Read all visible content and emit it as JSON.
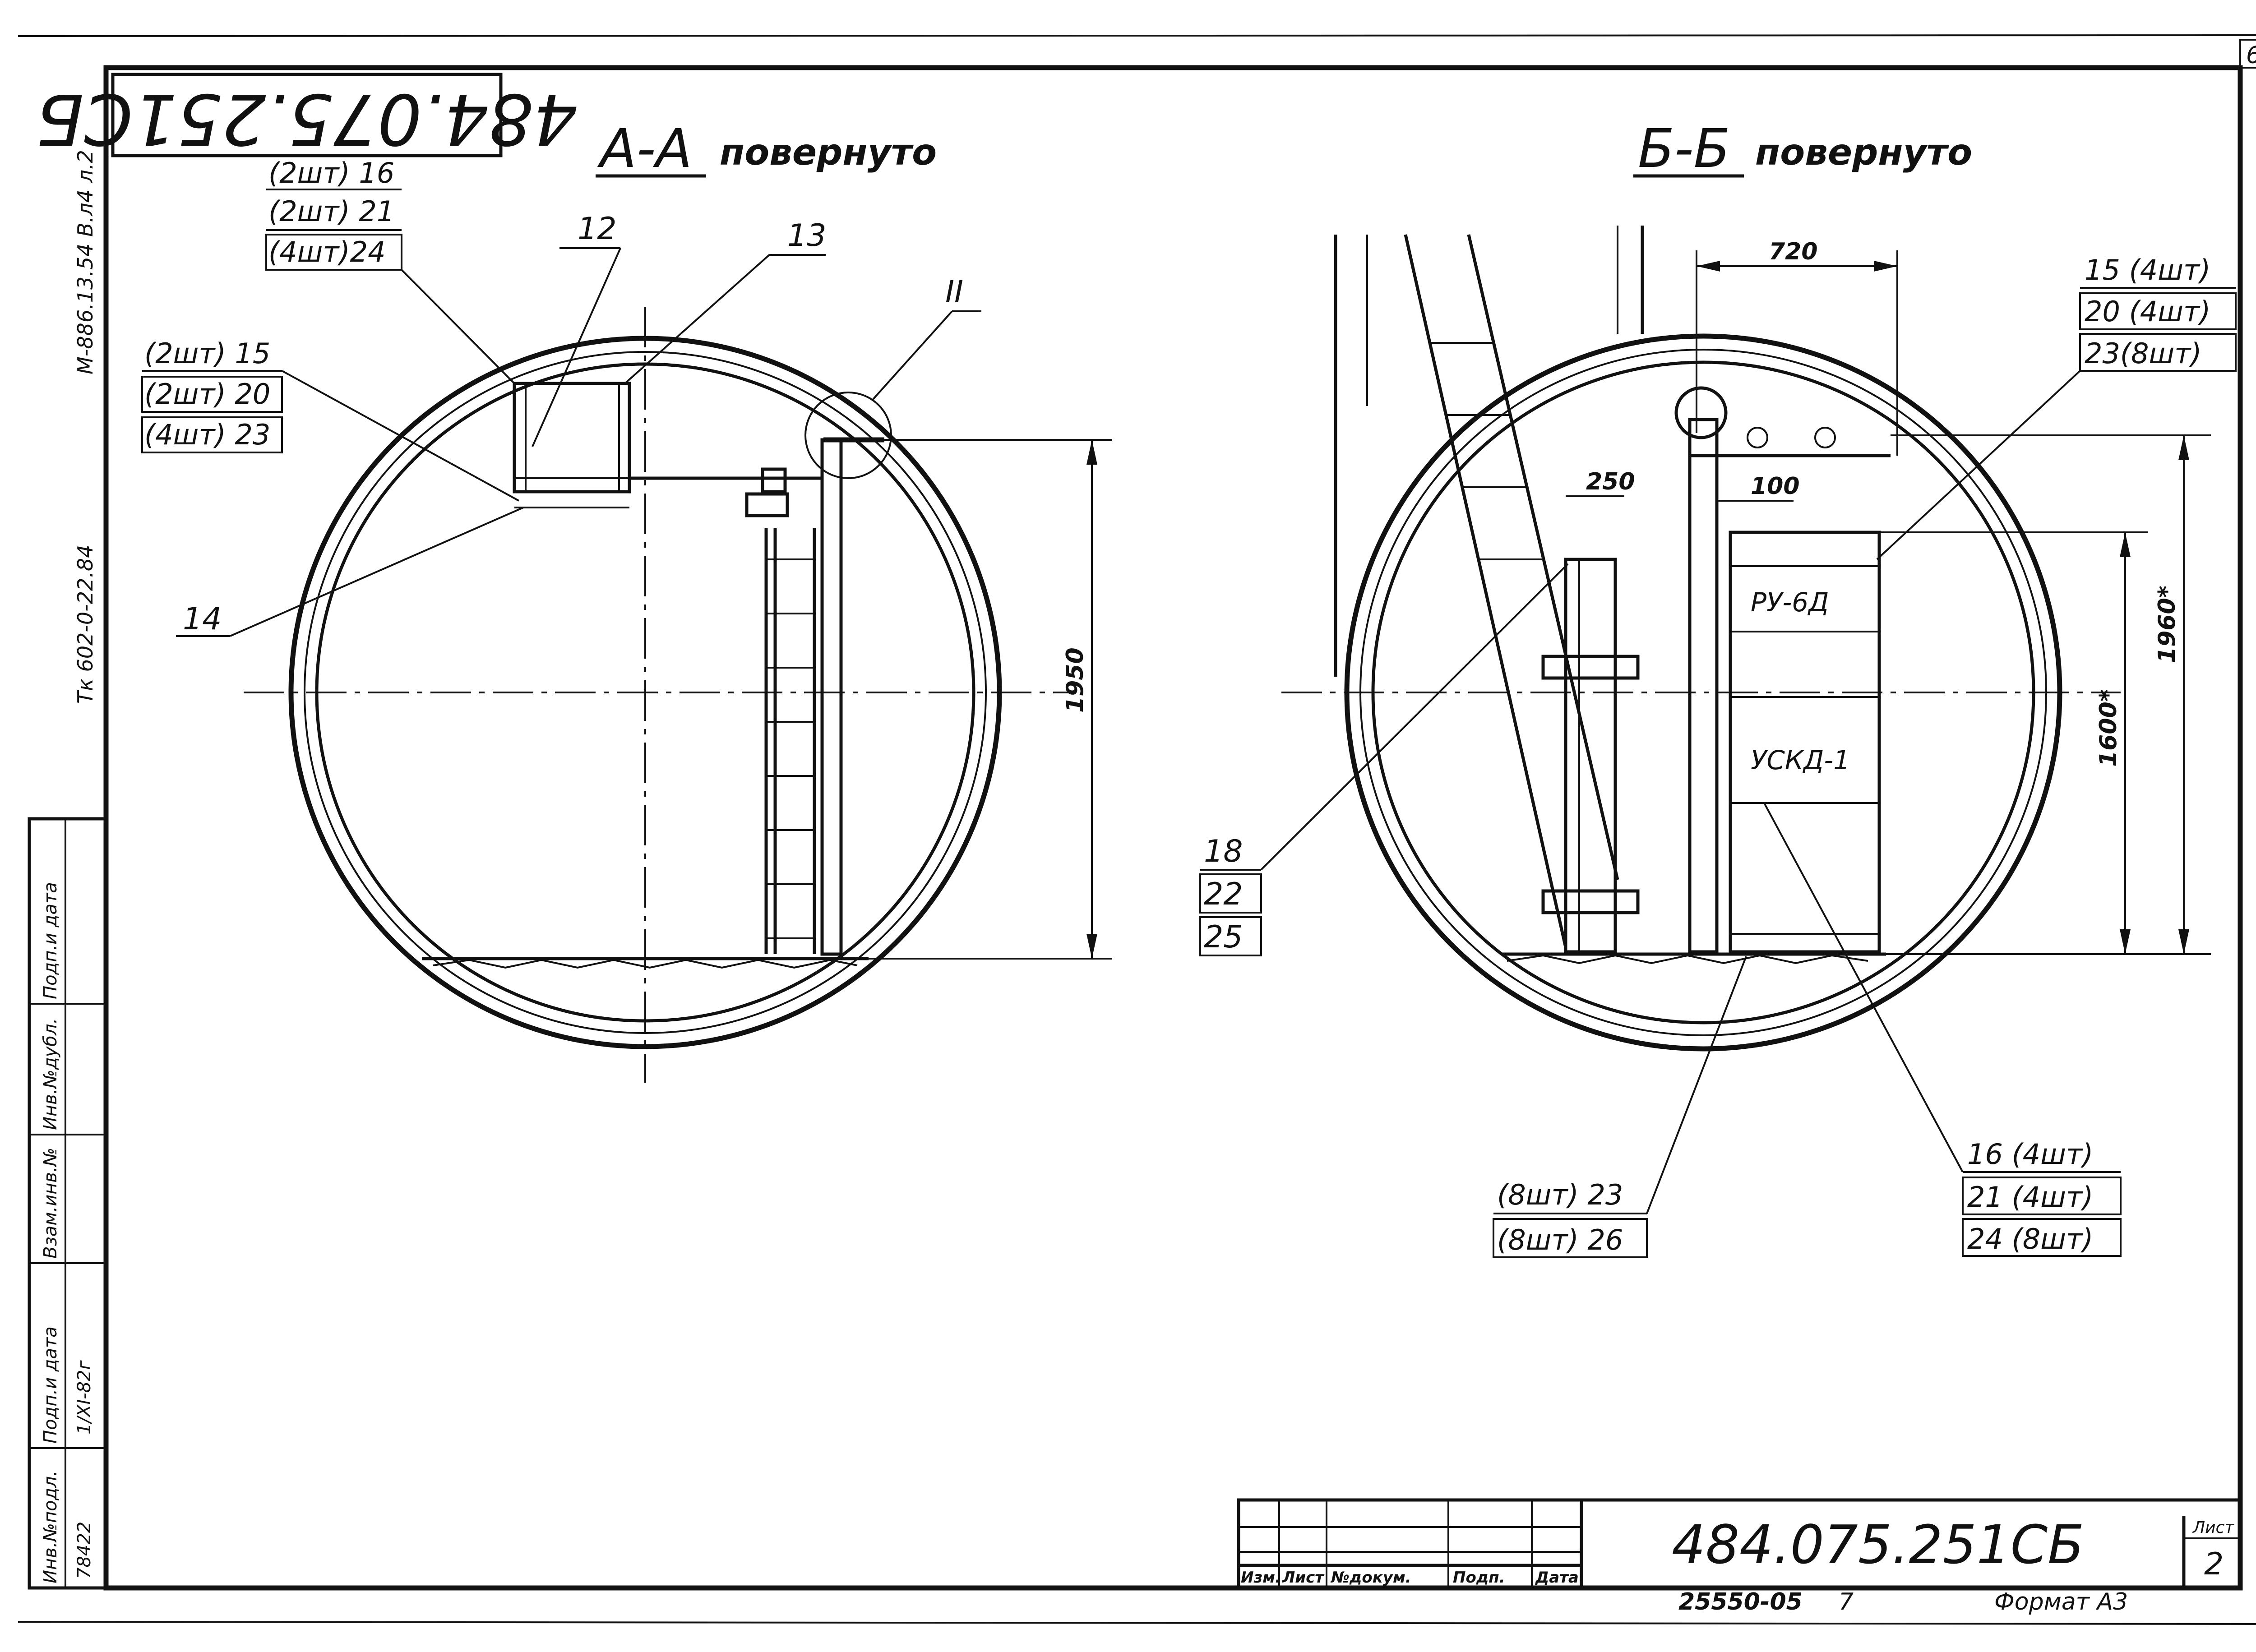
{
  "doc": {
    "sheet_corner_mark": "6",
    "stamp_rotated": "484.075.251СБ"
  },
  "margin_notes": {
    "top": "М-886.13.54 В.л4 л.2",
    "middle": "Тк 602-0-22.84"
  },
  "side_table": {
    "labels": [
      "Инв.№подл.",
      "Подп.и дата",
      "Взам.инв.№",
      "Инв.№дубл.",
      "Подп.и дата"
    ],
    "entry_number": "78422",
    "entry_date": "1/XI-82г"
  },
  "view_a": {
    "title": "А-А",
    "subtitle": "повернуто",
    "detail_mark": "II",
    "dim_height": "1950",
    "callouts": {
      "c12": "12",
      "c13": "13",
      "c14": "14",
      "g1": [
        "(2шт) 16",
        "(2шт) 21",
        "(4шт)24"
      ],
      "g2": [
        "(2шт) 15",
        "(2шт) 20",
        "(4шт) 23"
      ]
    }
  },
  "view_b": {
    "title": "Б-Б",
    "subtitle": "повернуто",
    "dims": {
      "width": "720",
      "d250": "250",
      "d100": "100",
      "h1600": "1600*",
      "h1960": "1960*"
    },
    "panel_labels": {
      "upper": "РУ-6Д",
      "lower": "УСКД-1"
    },
    "callouts": {
      "g_top": [
        "15 (4шт)",
        "20 (4шт)",
        "23(8шт)"
      ],
      "g_left": [
        "18",
        "22",
        "25"
      ],
      "g_bottom_left": [
        "(8шт) 23",
        "(8шт) 26"
      ],
      "g_bottom_right": [
        "16 (4шт)",
        "21 (4шт)",
        "24 (8шт)"
      ]
    }
  },
  "title_block": {
    "headers": [
      "Изм.",
      "Лист",
      "№докум.",
      "Подп.",
      "Дата"
    ],
    "designation": "484.075.251СБ",
    "sheet_label": "Лист",
    "sheet_number": "2",
    "archive_code": "25550-05",
    "copy_mark": "7",
    "format": "Формат А3"
  }
}
